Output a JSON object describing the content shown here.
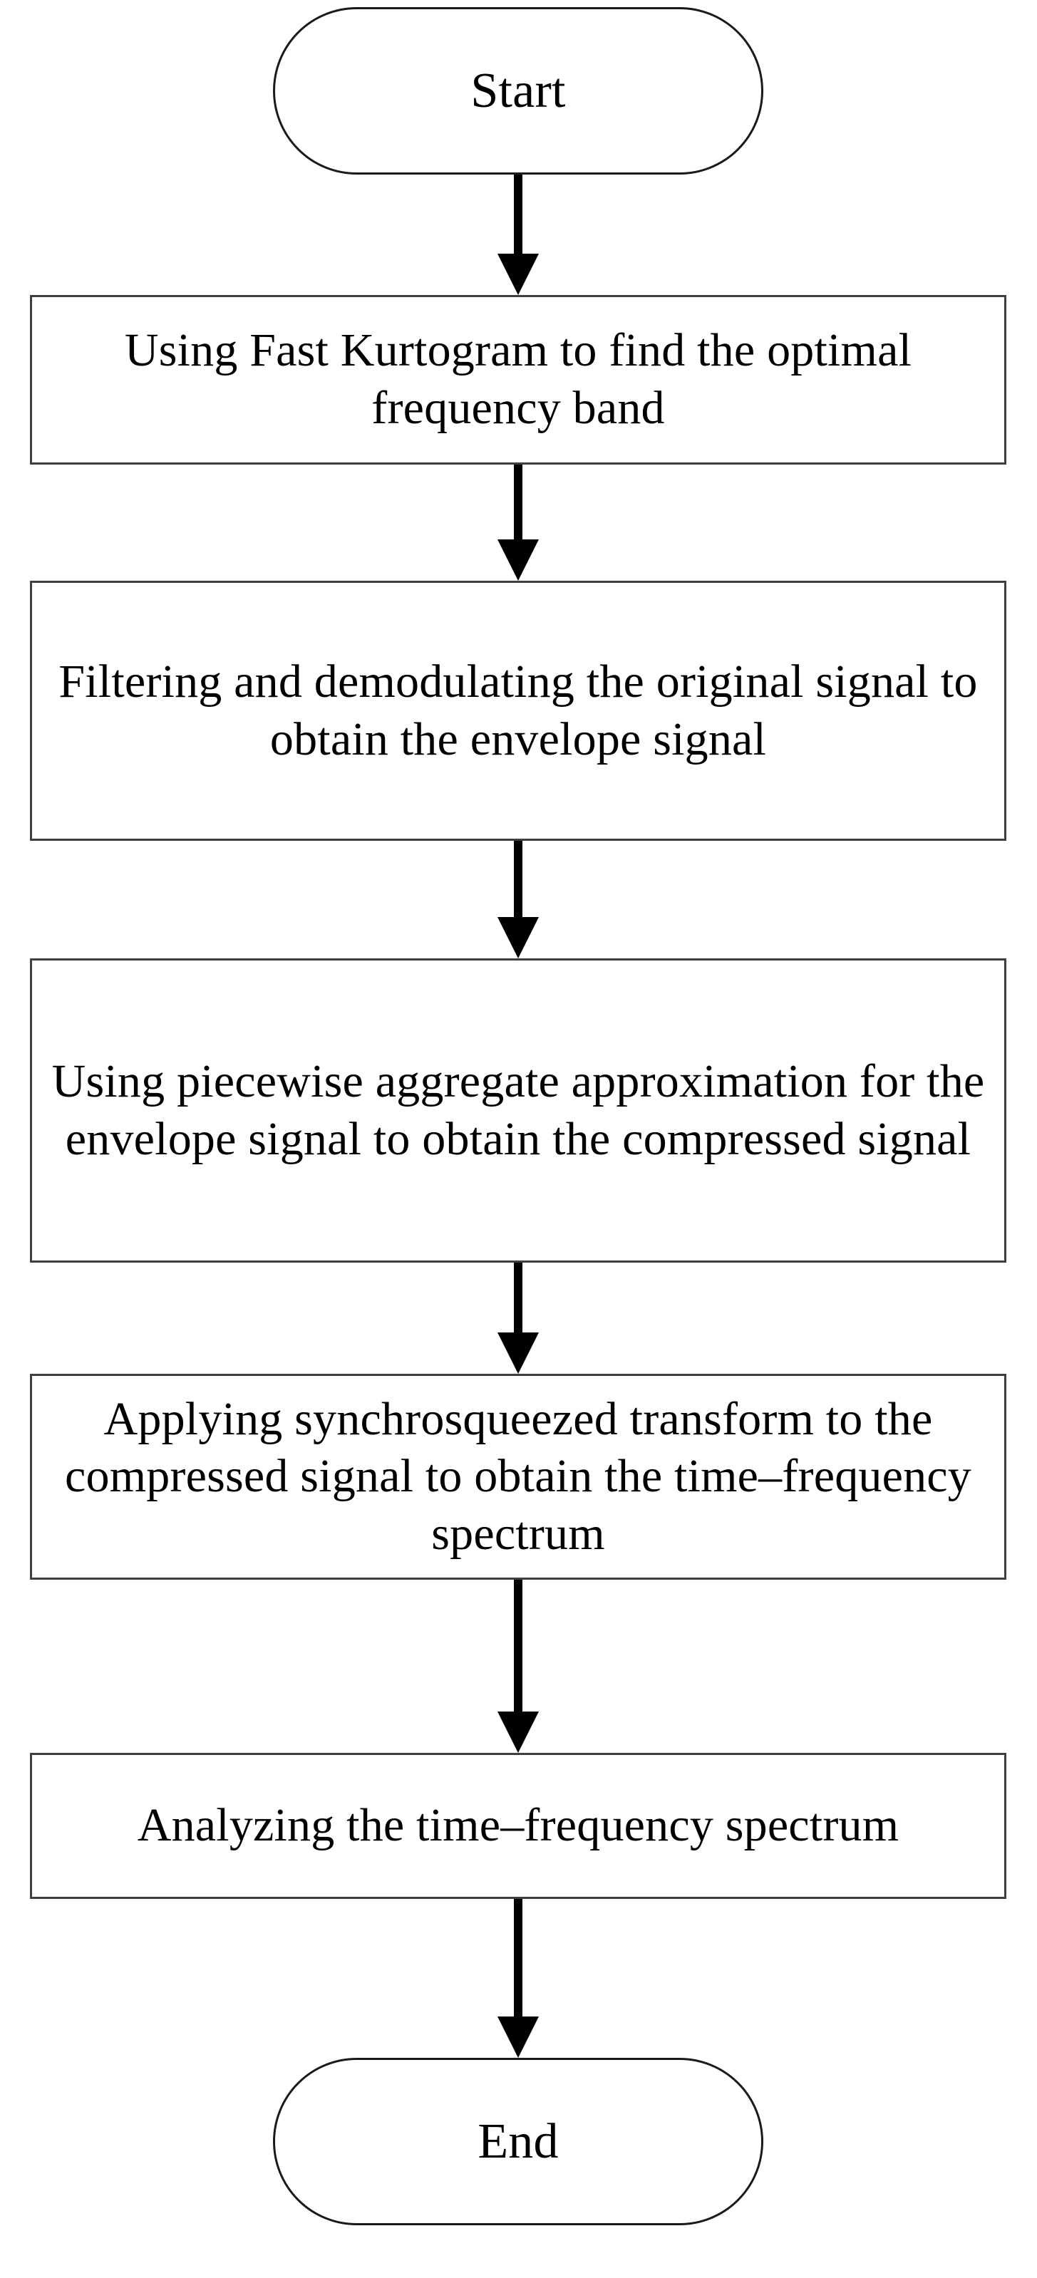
{
  "diagram": {
    "title": "Signal processing flowchart",
    "background_color": "#ffffff",
    "line_color": "#000000",
    "box_border_color": "#3f3f3f",
    "terminator_border_color": "#1a1a1a",
    "text_color": "#000000",
    "orientation": "top-to-bottom"
  },
  "nodes": [
    {
      "id": "start",
      "shape": "terminator",
      "label": "Start"
    },
    {
      "id": "step1",
      "shape": "process",
      "label": "Using Fast Kurtogram to find the optimal frequency band"
    },
    {
      "id": "step2",
      "shape": "process",
      "label": "Filtering and demodulating the original signal to obtain the envelope signal"
    },
    {
      "id": "step3",
      "shape": "process",
      "label": "Using piecewise aggregate approximation  for the envelope signal to obtain the compressed signal"
    },
    {
      "id": "step4",
      "shape": "process",
      "label": "Applying synchrosqueezed transform to the compressed signal to obtain the time–frequency spectrum"
    },
    {
      "id": "step5",
      "shape": "process",
      "label": "Analyzing the time–frequency spectrum"
    },
    {
      "id": "end",
      "shape": "terminator",
      "label": "End"
    }
  ],
  "edges": [
    {
      "id": "e1",
      "from": "start",
      "to": "step1",
      "arrowhead": "solid-triangle"
    },
    {
      "id": "e2",
      "from": "step1",
      "to": "step2",
      "arrowhead": "solid-triangle"
    },
    {
      "id": "e3",
      "from": "step2",
      "to": "step3",
      "arrowhead": "solid-triangle"
    },
    {
      "id": "e4",
      "from": "step3",
      "to": "step4",
      "arrowhead": "solid-triangle"
    },
    {
      "id": "e5",
      "from": "step4",
      "to": "step5",
      "arrowhead": "solid-triangle"
    },
    {
      "id": "e6",
      "from": "step5",
      "to": "end",
      "arrowhead": "solid-triangle"
    }
  ]
}
